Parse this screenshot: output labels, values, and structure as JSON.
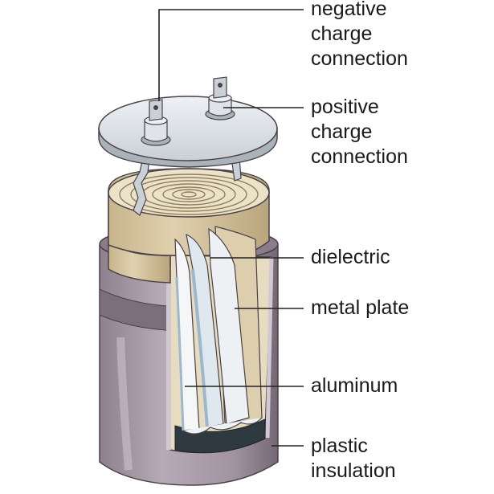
{
  "labels": {
    "negative_charge_connection": [
      "negative",
      "charge",
      "connection"
    ],
    "positive_charge_connection": [
      "positive",
      "charge",
      "connection"
    ],
    "dielectric": [
      "dielectric"
    ],
    "metal_plate": [
      "metal plate"
    ],
    "aluminum": [
      "aluminum"
    ],
    "plastic_insulation": [
      "plastic",
      "insulation"
    ]
  },
  "colors": {
    "background": "#ffffff",
    "can_body": "#a79ba6",
    "can_shadow": "#7c6f7b",
    "can_rim": "#d2c8d1",
    "dielectric_roll": "#d8c7a3",
    "roll_top": "#ece2c8",
    "metal_sheet": "#eef1f4",
    "aluminum_edge": "#9eb8cb",
    "lid": "#dfe4e8",
    "dark_base": "#2f3a40",
    "leader_line": "#222222"
  }
}
